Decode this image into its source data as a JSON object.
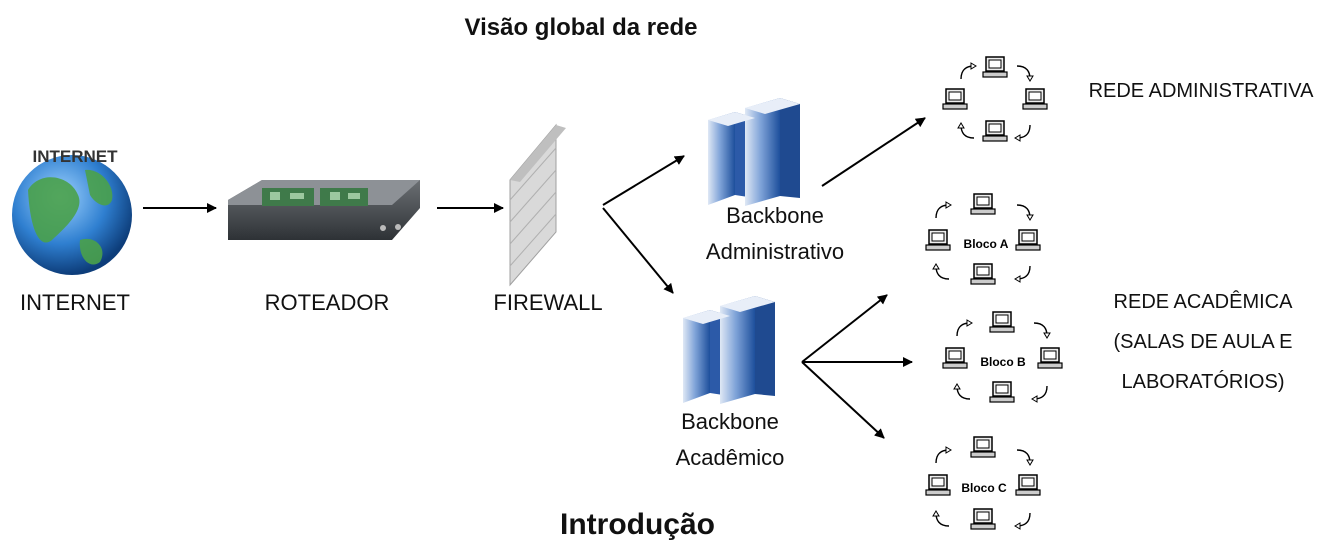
{
  "title": "Visão global da rede",
  "footer_title": "Introdução",
  "nodes": {
    "internet": {
      "label": "INTERNET",
      "globe_text": "INTERNET"
    },
    "router": {
      "label": "ROTEADOR"
    },
    "firewall": {
      "label": "FIREWALL"
    },
    "backbone_admin": {
      "line1": "Backbone",
      "line2": "Administrativo"
    },
    "backbone_acad": {
      "line1": "Backbone",
      "line2": "Acadêmico"
    }
  },
  "networks": {
    "admin": {
      "label": "REDE ADMINISTRATIVA"
    },
    "acad": {
      "line1": "REDE ACADÊMICA",
      "line2": "(SALAS DE AULA E",
      "line3": "LABORATÓRIOS)"
    },
    "blocks": [
      {
        "label": "Bloco A"
      },
      {
        "label": "Bloco B"
      },
      {
        "label": "Bloco C"
      }
    ]
  }
}
